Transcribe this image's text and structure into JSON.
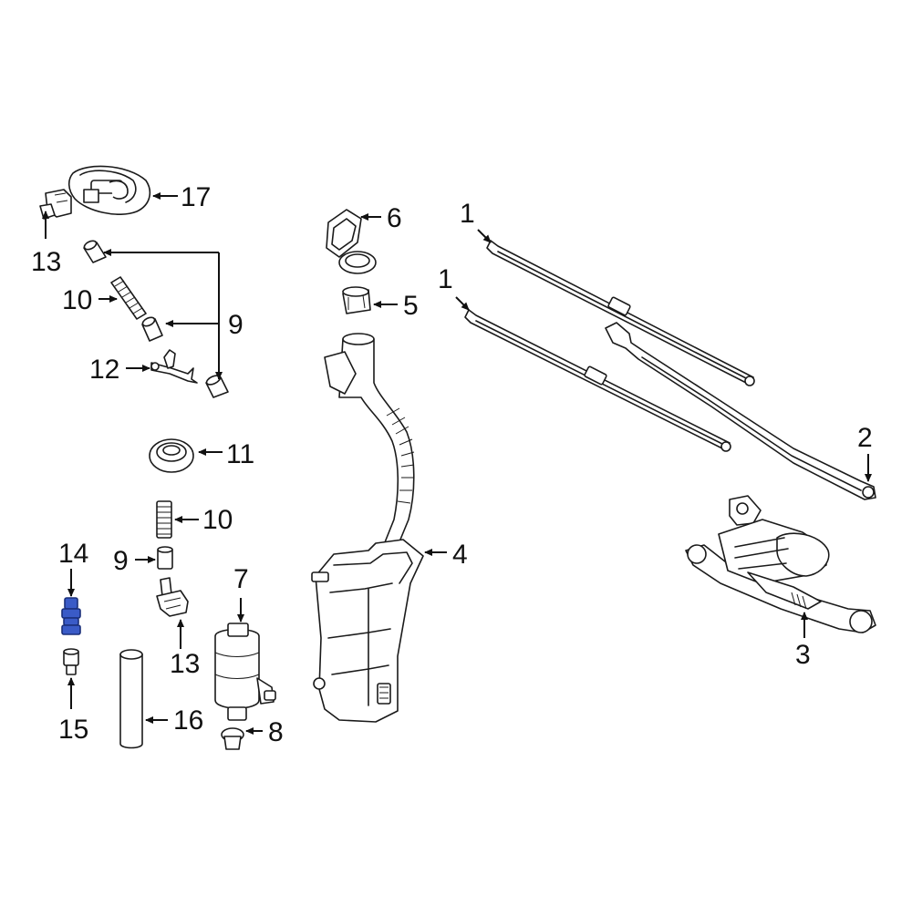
{
  "diagram": {
    "highlight_color": "#3a5bc7",
    "callouts": [
      {
        "id": "c17a",
        "label": "17"
      },
      {
        "id": "c13a",
        "label": "13"
      },
      {
        "id": "c10a",
        "label": "10"
      },
      {
        "id": "c9a",
        "label": "9"
      },
      {
        "id": "c12",
        "label": "12"
      },
      {
        "id": "c11",
        "label": "11"
      },
      {
        "id": "c10b",
        "label": "10"
      },
      {
        "id": "c9b",
        "label": "9"
      },
      {
        "id": "c13b",
        "label": "13"
      },
      {
        "id": "c14",
        "label": "14"
      },
      {
        "id": "c15",
        "label": "15"
      },
      {
        "id": "c16",
        "label": "16"
      },
      {
        "id": "c7",
        "label": "7"
      },
      {
        "id": "c8",
        "label": "8"
      },
      {
        "id": "c6",
        "label": "6"
      },
      {
        "id": "c5",
        "label": "5"
      },
      {
        "id": "c4",
        "label": "4"
      },
      {
        "id": "c1a",
        "label": "1"
      },
      {
        "id": "c1b",
        "label": "1"
      },
      {
        "id": "c2",
        "label": "2"
      },
      {
        "id": "c3",
        "label": "3"
      }
    ]
  }
}
